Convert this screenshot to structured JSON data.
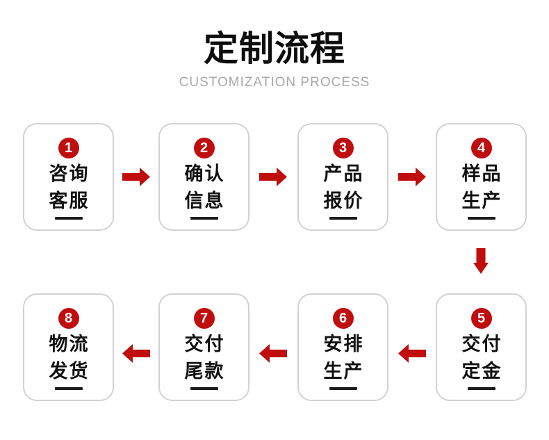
{
  "header": {
    "title": "定制流程",
    "subtitle": "CUSTOMIZATION PROCESS"
  },
  "colors": {
    "accent_red": "#C00D0D",
    "card_border": "#D2D2D2",
    "text_black": "#111111",
    "subtitle_gray": "#A9A9A9",
    "page_bg": "#FFFFFF"
  },
  "steps": [
    {
      "number": "1",
      "line1": "咨询",
      "line2": "客服"
    },
    {
      "number": "2",
      "line1": "确认",
      "line2": "信息"
    },
    {
      "number": "3",
      "line1": "产品",
      "line2": "报价"
    },
    {
      "number": "4",
      "line1": "样品",
      "line2": "生产"
    },
    {
      "number": "5",
      "line1": "交付",
      "line2": "定金"
    },
    {
      "number": "6",
      "line1": "安排",
      "line2": "生产"
    },
    {
      "number": "7",
      "line1": "交付",
      "line2": "尾款"
    },
    {
      "number": "8",
      "line1": "物流",
      "line2": "发货"
    }
  ],
  "flow": {
    "row1_arrow_direction": "right",
    "row_connector_direction": "down",
    "row2_arrow_direction": "left"
  }
}
